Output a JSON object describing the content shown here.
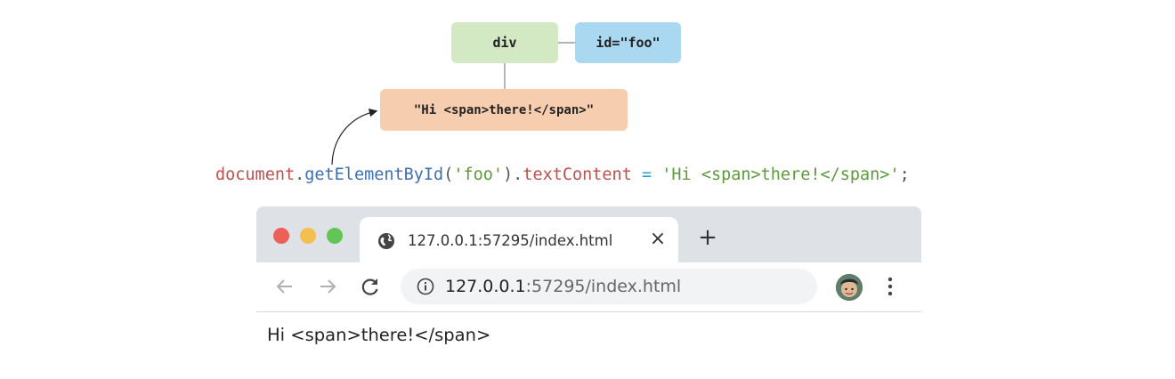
{
  "diagram": {
    "element_node": "div",
    "attribute_node": "id=\"foo\"",
    "text_node": "\"Hi <span>there!</span>\""
  },
  "code": {
    "object": "document",
    "dot1": ".",
    "method": "getElementById",
    "open_paren": "(",
    "arg": "'foo'",
    "close_paren": ")",
    "dot2": ".",
    "property": "textContent",
    "operator": " = ",
    "value": "'Hi <span>there!</span>'",
    "semicolon": ";"
  },
  "browser": {
    "tab_title": "127.0.0.1:57295/index.html",
    "tab_close": "×",
    "new_tab": "+",
    "url_host": "127.0.0.1",
    "url_path": ":57295/index.html",
    "page_text": "Hi <span>there!</span>",
    "traffic_colors": [
      "#ed5f57",
      "#f5bf4f",
      "#62c554"
    ]
  }
}
